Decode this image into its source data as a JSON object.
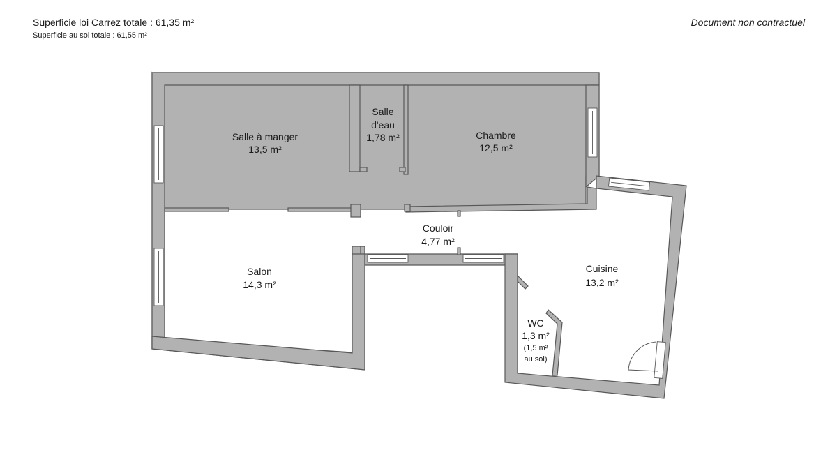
{
  "header": {
    "carrez_total": "Superficie loi Carrez totale : 61,35 m²",
    "sol_total": "Superficie au sol totale : 61,55 m²",
    "disclaimer": "Document non contractuel"
  },
  "rooms": {
    "salle_a_manger": {
      "name": "Salle à manger",
      "area": "13,5 m²"
    },
    "salle_d_eau": {
      "name_line1": "Salle",
      "name_line2": "d'eau",
      "area": "1,78 m²"
    },
    "chambre": {
      "name": "Chambre",
      "area": "12,5 m²"
    },
    "couloir": {
      "name": "Couloir",
      "area": "4,77 m²"
    },
    "salon": {
      "name": "Salon",
      "area": "14,3 m²"
    },
    "cuisine": {
      "name": "Cuisine",
      "area": "13,2 m²"
    },
    "wc": {
      "name": "WC",
      "area": "1,3 m²",
      "note_line1": "(1,5 m²",
      "note_line2": "au sol)"
    }
  },
  "colors": {
    "wall_fill": "#b2b2b2",
    "wall_stroke": "#585858",
    "text": "#1a1a1a"
  }
}
